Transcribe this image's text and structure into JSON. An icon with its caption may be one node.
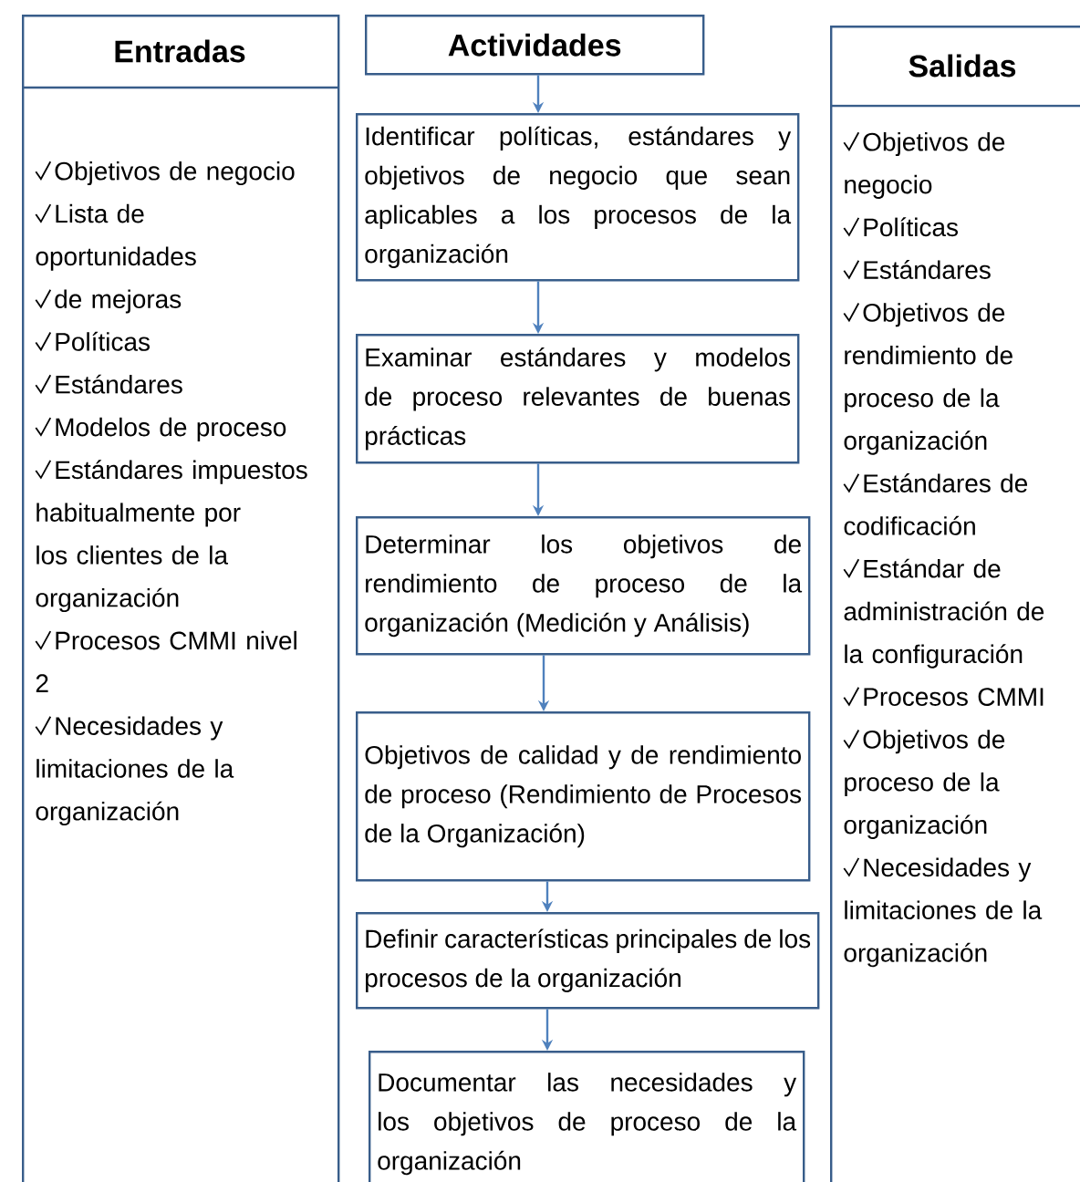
{
  "diagram": {
    "nodes": [
      {
        "text": [
          "Entradas",
          "Objetivos de negocio",
          "Lista de oportunidades",
          "de mejoras",
          "Políticas",
          "Estándares",
          "Modelos de proceso",
          "Estándares impuestos habitualmente por los clientes de la organización",
          "Procesos CMMI nivel 2",
          "Necesidades y limitaciones de la organización"
        ]
      },
      {
        "text": [
          "Actividades"
        ]
      },
      {
        "text": [
          "Identificar políticas, estándares y objetivos de negocio que sean aplicables  a los procesos de la organización"
        ]
      },
      {
        "text": [
          "Examinar estándares y modelos de proceso relevantes de buenas prácticas"
        ]
      },
      {
        "text": [
          "Determinar los objetivos de rendimiento de proceso de la organización (Medición y Análisis)"
        ]
      },
      {
        "text": [
          "Objetivos de calidad y de rendimiento de proceso (Rendimiento de Procesos de la Organización)"
        ]
      },
      {
        "text": [
          "Definir características principales de los procesos de la organización"
        ]
      },
      {
        "text": [
          "Documentar las necesidades y los objetivos de proceso de la organización"
        ]
      },
      {
        "text": [
          "Salidas",
          "Objetivos de negocio",
          "Políticas",
          "Estándares",
          "Objetivos de rendimiento de proceso de la organización",
          "Estándares de codificación",
          "Estándar de administración de la configuración",
          "Procesos CMMI",
          "Objetivos de proceso de la organización",
          "Necesidades y limitaciones de la organización"
        ]
      }
    ],
    "edges": [
      {
        "from": 1,
        "to": 2,
        "arrow": "to"
      },
      {
        "from": 2,
        "to": 3,
        "arrow": "to"
      },
      {
        "from": 3,
        "to": 4,
        "arrow": "to"
      },
      {
        "from": 4,
        "to": 5,
        "arrow": "to"
      },
      {
        "from": 5,
        "to": 6,
        "arrow": "to"
      },
      {
        "from": 6,
        "to": 7,
        "arrow": "to"
      }
    ]
  }
}
